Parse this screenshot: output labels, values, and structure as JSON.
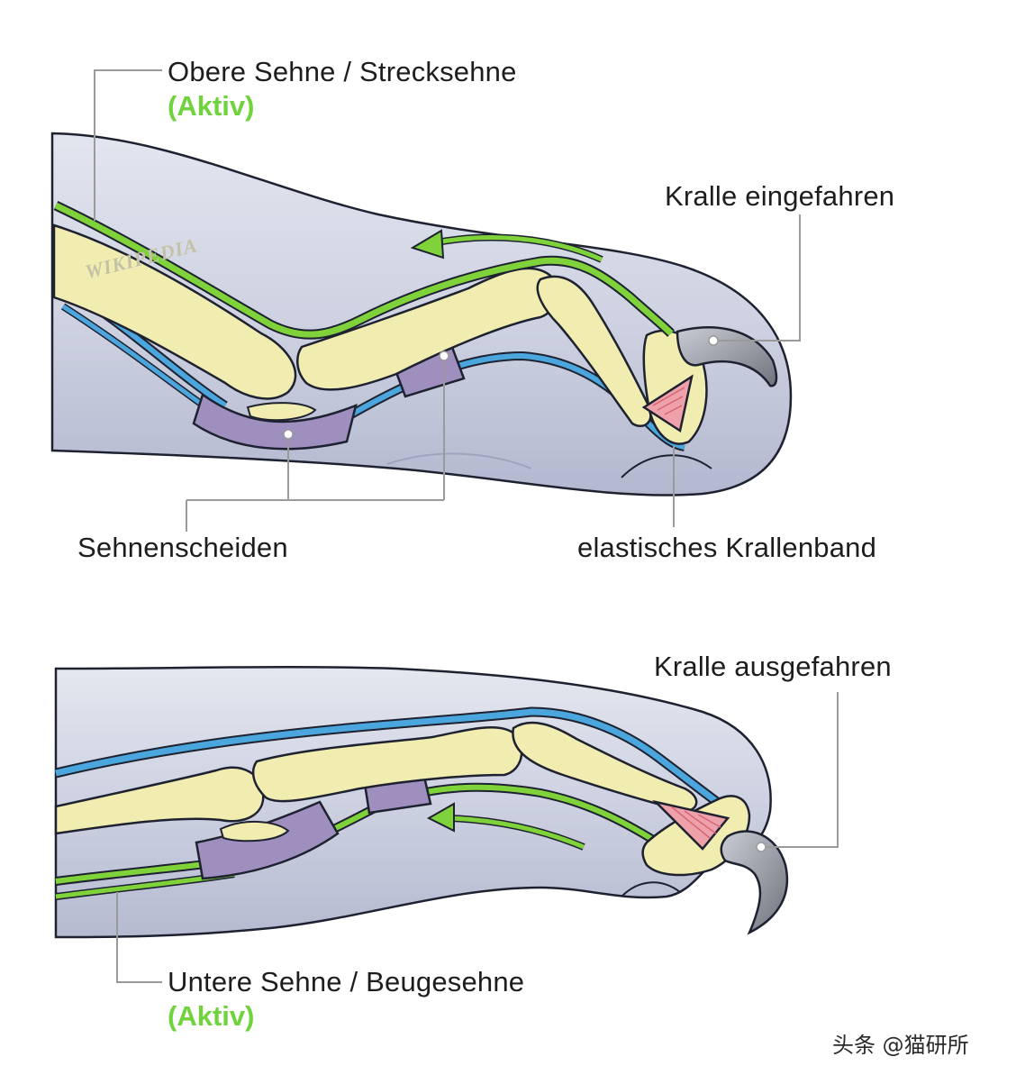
{
  "diagram": {
    "top": {
      "tendon_label": "Obere Sehne / Strecksehne",
      "tendon_status": "(Aktiv)",
      "claw_label": "Kralle eingefahren",
      "sheath_label": "Sehnenscheiden",
      "ligament_label": "elastisches Krallenband"
    },
    "bottom": {
      "claw_label": "Kralle ausgefahren",
      "tendon_label": "Untere Sehne / Beugesehne",
      "tendon_status": "(Aktiv)"
    },
    "faint_watermark": "WIKIPEDIA",
    "source_watermark": "头条 @猫研所"
  },
  "colors": {
    "skin": "#c9cde0",
    "skin_dark": "#aeb3cc",
    "bone": "#f1ecb0",
    "tendon_green": "#7fd23a",
    "tendon_blue": "#4aa6dd",
    "sheath_purple": "#9f8fbf",
    "claw_gray": "#8f939c",
    "ligament_pink": "#eea1aa",
    "outline": "#1e2230"
  }
}
